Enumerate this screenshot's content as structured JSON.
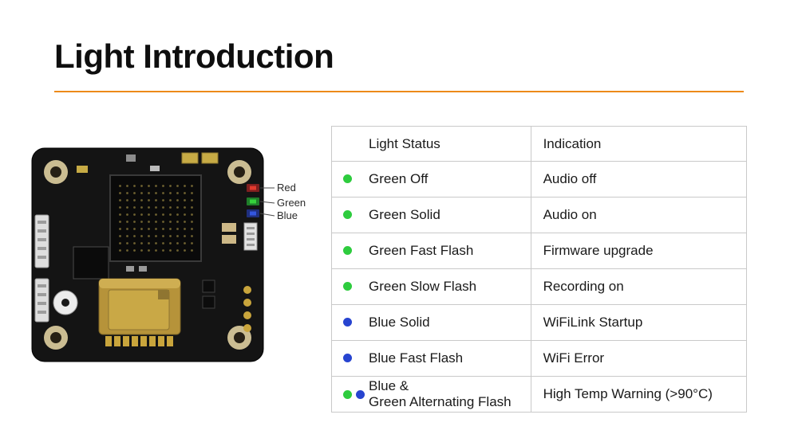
{
  "page": {
    "title": "Light Introduction"
  },
  "board": {
    "leds": [
      {
        "label": "Red"
      },
      {
        "label": "Green"
      },
      {
        "label": "Blue"
      }
    ]
  },
  "table": {
    "headers": [
      "Light Status",
      "Indication"
    ],
    "rows": [
      {
        "dots": [
          "green"
        ],
        "status": "Green Off",
        "indication": "Audio off"
      },
      {
        "dots": [
          "green"
        ],
        "status": "Green Solid",
        "indication": "Audio on"
      },
      {
        "dots": [
          "green"
        ],
        "status": "Green Fast Flash",
        "indication": "Firmware upgrade"
      },
      {
        "dots": [
          "green"
        ],
        "status": "Green Slow Flash",
        "indication": "Recording on"
      },
      {
        "dots": [
          "blue"
        ],
        "status": "Blue Solid",
        "indication": "WiFiLink Startup"
      },
      {
        "dots": [
          "blue"
        ],
        "status": "Blue Fast Flash",
        "indication": "WiFi Error"
      },
      {
        "dots": [
          "green",
          "blue"
        ],
        "status": "Blue &\nGreen Alternating Flash",
        "indication": "High Temp Warning (>90°C)"
      }
    ]
  },
  "colors": {
    "accent": "#ED8A19",
    "green_dot": "#2ECC3E",
    "blue_dot": "#2744D0"
  }
}
